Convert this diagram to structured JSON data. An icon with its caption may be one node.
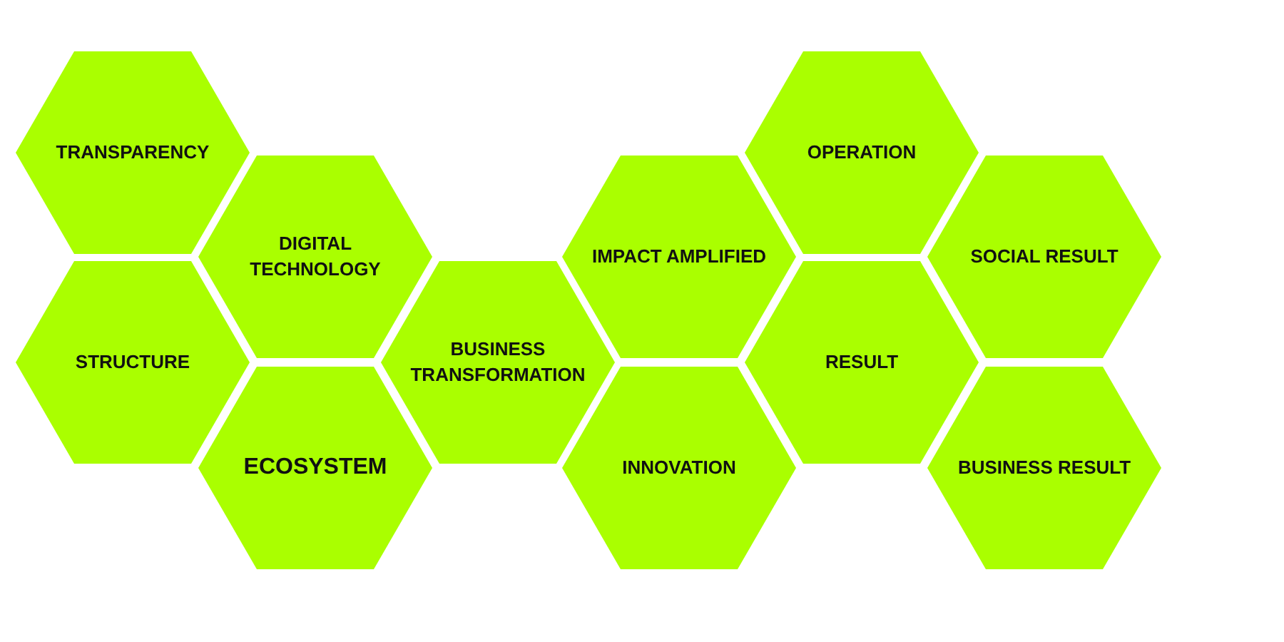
{
  "diagram": {
    "nodes": [
      {
        "text": [
          "TRANSPARENCY"
        ]
      },
      {
        "text": [
          "DIGITAL TECHNOLOGY"
        ]
      },
      {
        "text": [
          "STRUCTURE"
        ]
      },
      {
        "text": [
          "ECOSYSTEM"
        ]
      },
      {
        "text": [
          "BUSINESS TRANSFORMATION"
        ]
      },
      {
        "text": [
          "IMPACT AMPLIFIED"
        ]
      },
      {
        "text": [
          "INNOVATION"
        ]
      },
      {
        "text": [
          "OPERATION"
        ]
      },
      {
        "text": [
          "SOCIAL RESULT"
        ]
      },
      {
        "text": [
          "RESULT"
        ]
      },
      {
        "text": [
          "BUSINESS RESULT"
        ]
      }
    ]
  }
}
